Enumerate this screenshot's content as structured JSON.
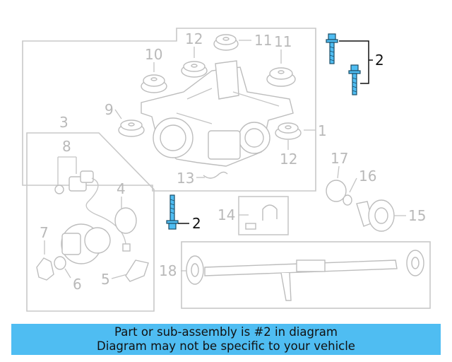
{
  "diagram": {
    "labels": {
      "l1": "1",
      "l2a": "2",
      "l2b": "2",
      "l3": "3",
      "l5": "5",
      "l6": "6",
      "l7": "7",
      "l8": "8",
      "l9": "9",
      "l10": "10",
      "l11a": "11",
      "l11b": "11",
      "l12a": "12",
      "l12b": "12",
      "l13": "13",
      "l4": "4",
      "l14": "14",
      "l15": "15",
      "l16": "16",
      "l17": "17",
      "l18": "18"
    },
    "highlight_color": "#4fbdf2"
  },
  "banner": {
    "line1": "Part or sub-assembly is #2 in diagram",
    "line2": "Diagram may not be specific to your vehicle",
    "background": "#4fbdf2"
  }
}
